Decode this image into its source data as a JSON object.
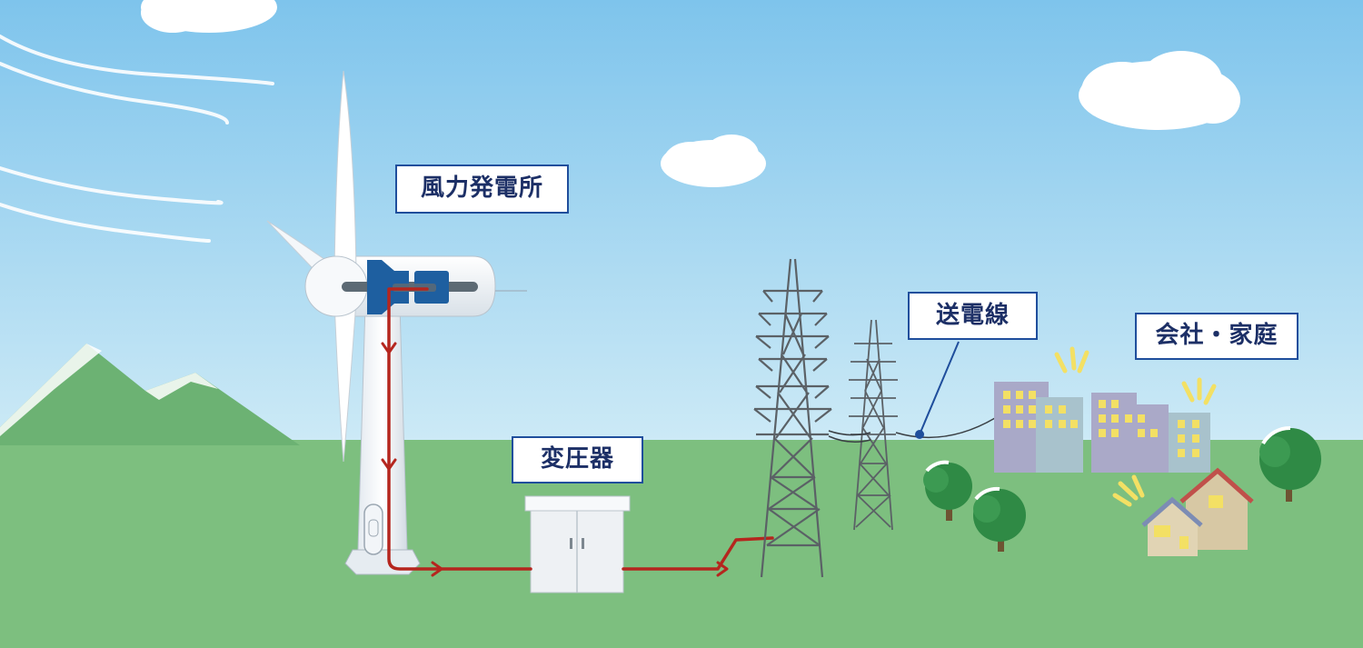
{
  "labels": {
    "wind_farm": "風力発電所",
    "transformer": "変圧器",
    "transmission_line": "送電線",
    "consumers": "会社・家庭"
  },
  "colors": {
    "sky_top": "#7ec4ec",
    "sky_bottom": "#cdeaf6",
    "ground": "#7dbf7f",
    "mountain": "#6cb273",
    "power_flow": "#b5261e",
    "label_border": "#1f4e9c",
    "label_text": "#1c2f66",
    "generator": "#1e5fa0",
    "tower": "#5b6166",
    "window_light": "#f3e064"
  }
}
